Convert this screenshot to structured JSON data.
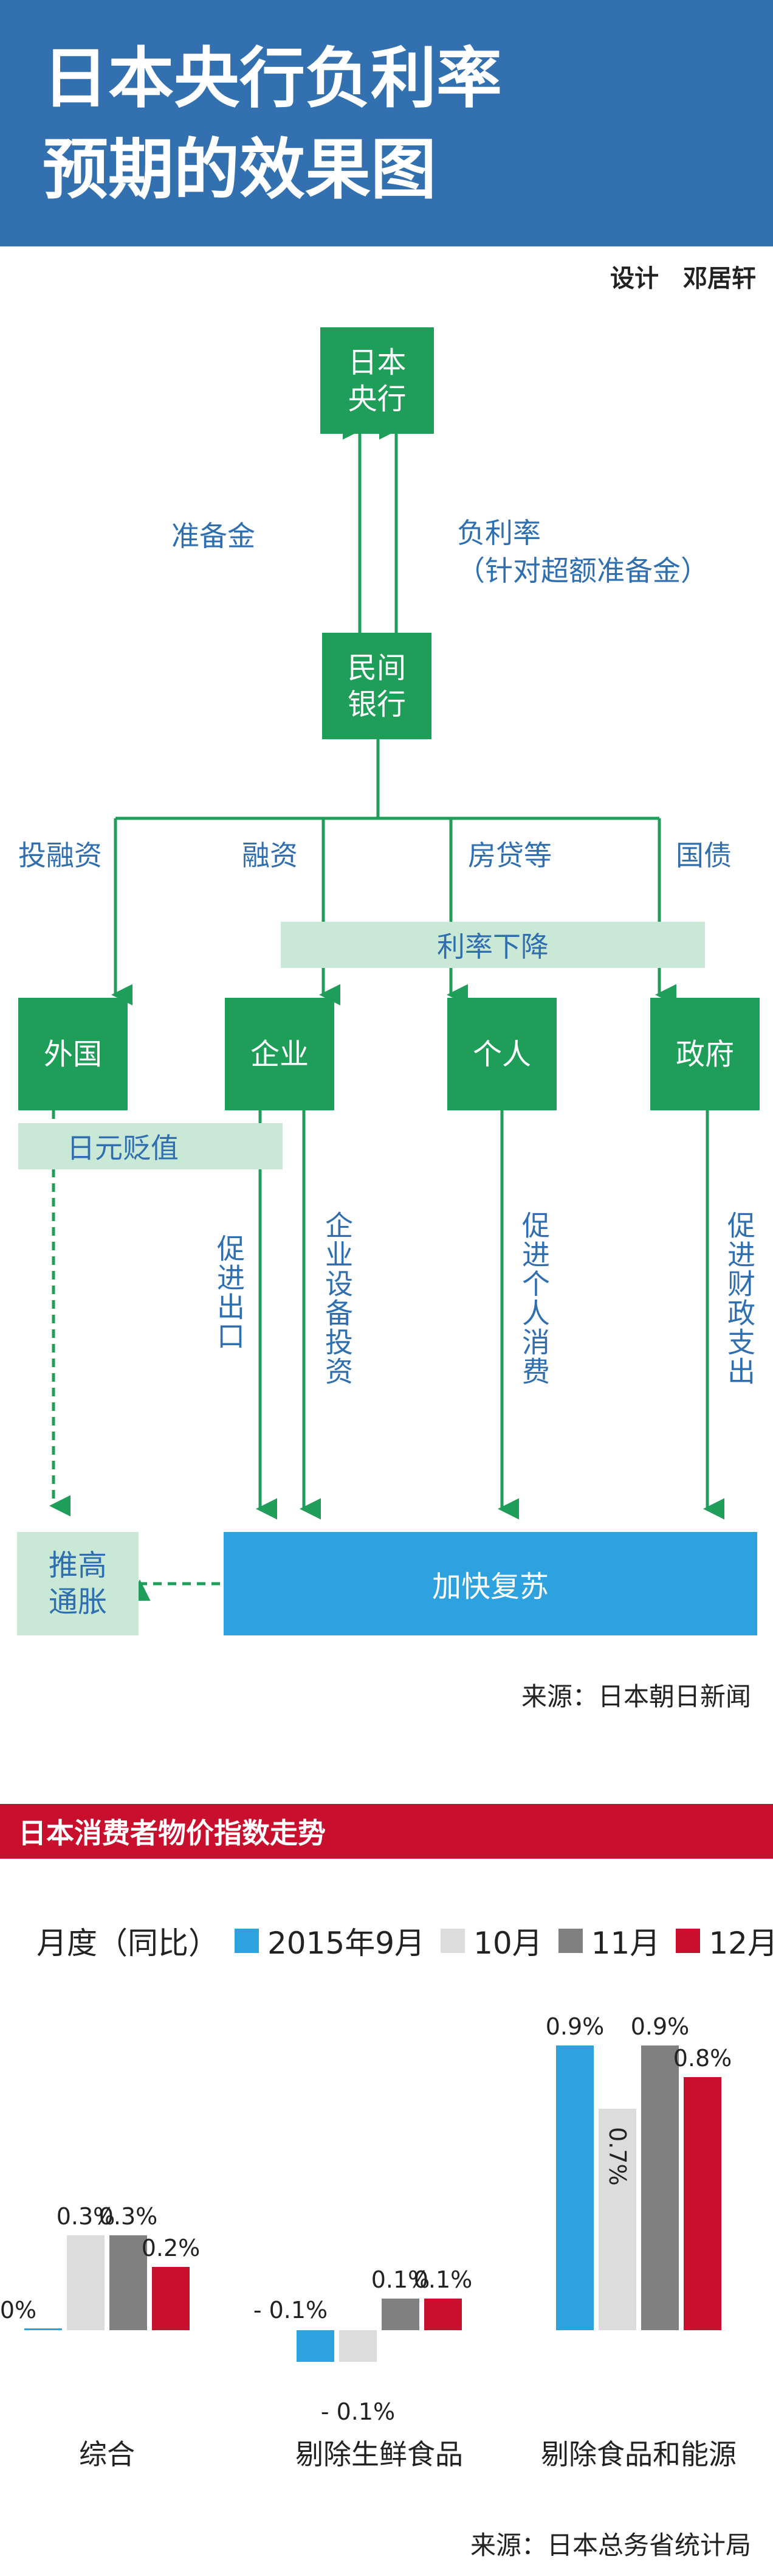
{
  "header": {
    "title": "日本央行负利率\n预期的效果图",
    "credit": "设计　邓居轩"
  },
  "flow": {
    "boj": "日本\n央行",
    "reserve_label": "准备金",
    "negative_rate_label": "负利率\n（针对超额准备金）",
    "bank": "民间\n银行",
    "channels": [
      "投融资",
      "融资",
      "房贷等",
      "国债"
    ],
    "rate_down": "利率下降",
    "targets": [
      "外国",
      "企业",
      "个人",
      "政府"
    ],
    "yen_depreciation": "日元贬值",
    "effects": [
      "促进出口",
      "企业设备投资",
      "促进个人消费",
      "促进财政支出"
    ],
    "recovery": "加快复苏",
    "inflation": "推高\n通胀",
    "source": "来源：日本朝日新闻"
  },
  "chart_section": {
    "title": "日本消费者物价指数走势",
    "legend_prefix": "月度（同比）",
    "source": "来源：日本总务省统计局"
  },
  "colors": {
    "header_blue": "#3370b0",
    "flow_green": "#1f9e5a",
    "pale_green": "#c9e8d6",
    "recovery_blue": "#2ea2de",
    "bar_title_red": "#c8102e"
  },
  "chart_data": {
    "type": "bar",
    "categories": [
      "综合",
      "剔除生鲜食品",
      "剔除食品和能源"
    ],
    "series": [
      {
        "name": "2015年9月",
        "color": "#2ea2de",
        "values": [
          0,
          -0.1,
          0.9
        ],
        "labels": [
          "0%",
          "- 0.1%",
          "0.9%"
        ]
      },
      {
        "name": "10月",
        "color": "#dcdcdc",
        "values": [
          0.3,
          -0.1,
          0.7
        ],
        "labels": [
          "0.3%",
          "- 0.1%",
          "0.7%"
        ]
      },
      {
        "name": "11月",
        "color": "#808080",
        "values": [
          0.3,
          0.1,
          0.9
        ],
        "labels": [
          "0.3%",
          "0.1%",
          "0.9%"
        ]
      },
      {
        "name": "12月",
        "color": "#c8102e",
        "values": [
          0.2,
          0.1,
          0.8
        ],
        "labels": [
          "0.2%",
          "0.1%",
          "0.8%"
        ]
      }
    ],
    "unit": "%",
    "grid": false,
    "legend_position": "top"
  }
}
